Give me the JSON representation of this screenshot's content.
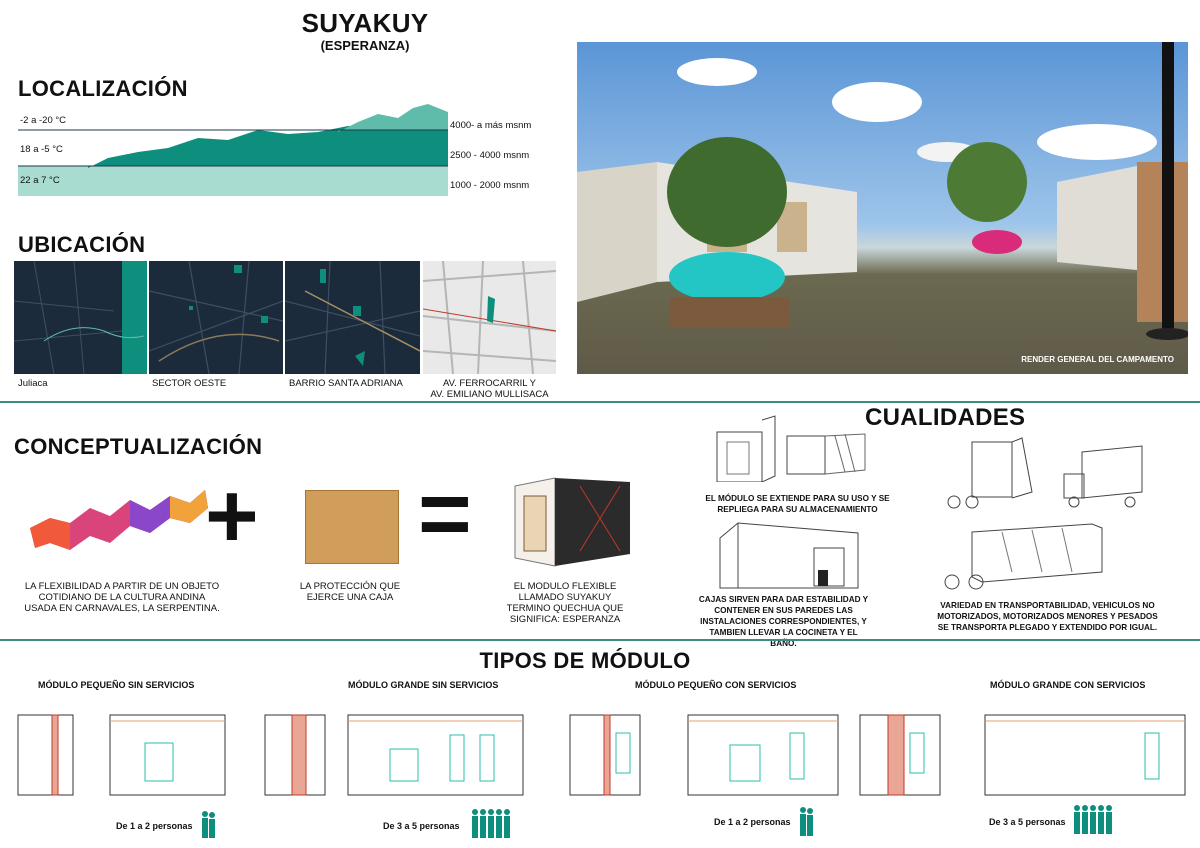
{
  "header": {
    "title": "SUYAKUY",
    "subtitle": "(ESPERANZA)"
  },
  "localizacion": {
    "heading": "LOCALIZACIÓN",
    "temps": [
      "-2 a -20 °C",
      "18 a -5 °C",
      "22 a 7 °C"
    ],
    "altitudes": [
      "4000- a más msnm",
      "2500 - 4000 msnm",
      "1000 - 2000 msnm"
    ]
  },
  "ubicacion": {
    "heading": "UBICACIÓN",
    "maps": [
      "Juliaca",
      "SECTOR OESTE",
      "BARRIO SANTA ADRIANA",
      "AV. FERROCARRIL Y",
      "AV. EMILIANO MULLISACA"
    ]
  },
  "render": {
    "caption": "RENDER GENERAL DEL CAMPAMENTO"
  },
  "concept": {
    "heading": "CONCEPTUALIZACIÓN",
    "plus": "+",
    "equals": "=",
    "cap1": "LA FLEXIBILIDAD A PARTIR DE UN OBJETO COTIDIANO DE LA CULTURA ANDINA USADA EN CARNAVALES, LA SERPENTINA.",
    "cap2": "LA PROTECCIÓN QUE EJERCE UNA CAJA",
    "cap3": "EL MODULO FLEXIBLE LLAMADO SUYAKUY TERMINO QUECHUA QUE SIGNIFICA: ESPERANZA"
  },
  "cualidades": {
    "heading": "CUALIDADES",
    "q1": "EL MÓDULO SE EXTIENDE PARA SU USO Y SE REPLIEGA PARA SU ALMACENAMIENTO",
    "q2": "CAJAS SIRVEN PARA DAR ESTABILIDAD Y CONTENER EN SUS PAREDES LAS INSTALACIONES CORRESPONDIENTES, Y TAMBIEN LLEVAR LA COCINETA Y EL BAÑO.",
    "q3": "VARIEDAD EN TRANSPORTABILIDAD, VEHICULOS NO MOTORIZADOS, MOTORIZADOS MENORES Y PESADOS SE TRANSPORTA PLEGADO Y EXTENDIDO POR IGUAL."
  },
  "tipos": {
    "heading": "TIPOS DE MÓDULO",
    "modules": [
      {
        "title": "MÓDULO PEQUEÑO SIN SERVICIOS",
        "people": "De 1 a 2 personas"
      },
      {
        "title": "MÓDULO GRANDE SIN SERVICIOS",
        "people": "De 3 a 5 personas"
      },
      {
        "title": "MÓDULO PEQUEÑO CON SERVICIOS",
        "people": "De 1 a 2 personas"
      },
      {
        "title": "MÓDULO GRANDE CON SERVICIOS",
        "people": "De 3 a 5 personas"
      }
    ]
  },
  "colors": {
    "teal": "#0e8f7e",
    "lightTeal": "#a9dcd0",
    "midTeal": "#5fbcaa",
    "sep": "#3a8f7c"
  }
}
